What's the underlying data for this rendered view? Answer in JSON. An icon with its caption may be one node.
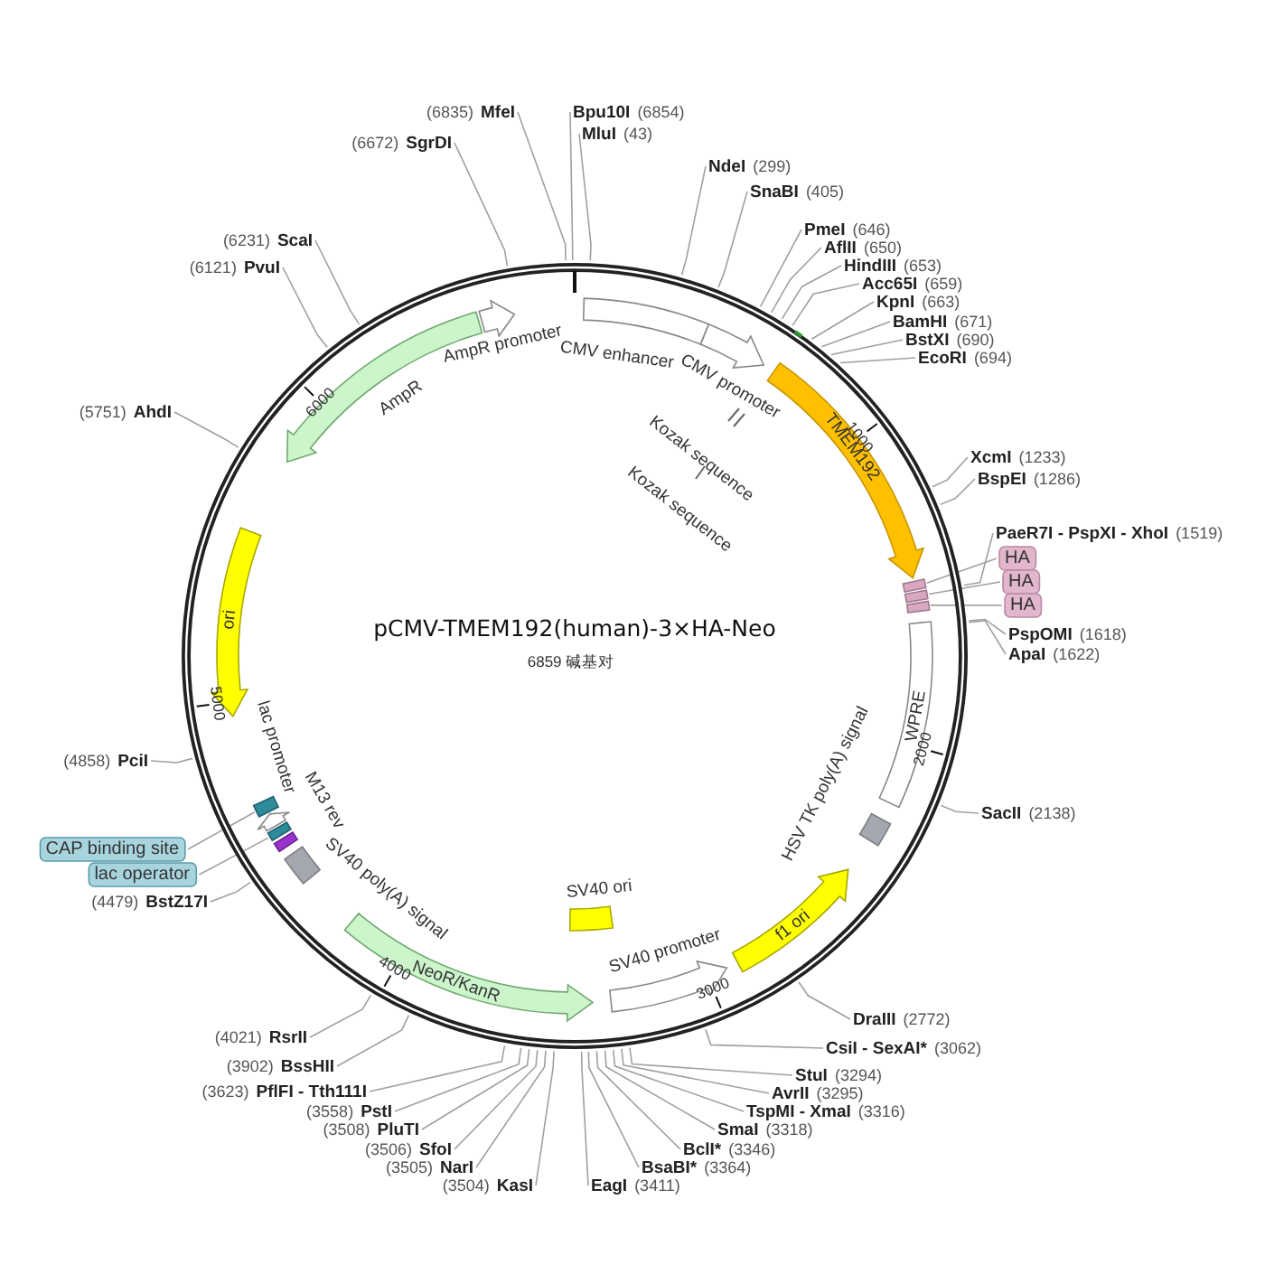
{
  "diagram": {
    "title": "pCMV-TMEM192(human)-3×HA-Neo",
    "nodes": [
      {
        "text": [
          "CMV enhancer"
        ]
      },
      {
        "text": [
          "CMV promoter"
        ]
      },
      {
        "text": [
          "TMEM192"
        ]
      },
      {
        "text": [],
        "shape": "box"
      },
      {
        "text": [],
        "shape": "box"
      },
      {
        "text": [],
        "shape": "box"
      },
      {
        "text": [
          "WPRE"
        ]
      },
      {
        "text": [
          "HSV TK poly(A) signal"
        ]
      },
      {
        "text": [
          "f1 ori"
        ]
      },
      {
        "text": [
          "SV40 promoter"
        ]
      },
      {
        "text": [
          "SV40 ori"
        ]
      },
      {
        "text": [
          "NeoR/KanR"
        ]
      },
      {
        "text": [
          "SV40 poly(A) signal"
        ]
      },
      {
        "text": [
          "M13 rev"
        ]
      },
      {
        "text": [],
        "shape": "box"
      },
      {
        "text": [
          "lac promoter"
        ]
      },
      {
        "text": [],
        "shape": "box"
      },
      {
        "text": [
          "ori"
        ]
      },
      {
        "text": [
          "AmpR"
        ]
      },
      {
        "text": [
          "AmpR promoter"
        ]
      },
      {
        "text": [
          "HA"
        ]
      },
      {
        "text": [
          "HA"
        ]
      },
      {
        "text": [
          "HA"
        ]
      },
      {
        "text": [
          "CAP binding site"
        ]
      },
      {
        "text": [
          "lac operator"
        ]
      },
      {
        "text": [
          "MluI",
          "(43)"
        ]
      },
      {
        "text": [
          "NdeI",
          "(299)"
        ]
      },
      {
        "text": [
          "SnaBI",
          "(405)"
        ]
      },
      {
        "text": [
          "PmeI",
          "(646)"
        ]
      },
      {
        "text": [
          "AflII",
          "(650)"
        ]
      },
      {
        "text": [
          "HindIII",
          "(653)"
        ]
      },
      {
        "text": [
          "Acc65I",
          "(659)"
        ]
      },
      {
        "text": [
          "KpnI",
          "(663)"
        ]
      },
      {
        "text": [
          "BamHI",
          "(671)"
        ]
      },
      {
        "text": [
          "BstXI",
          "(690)"
        ]
      },
      {
        "text": [
          "EcoRI",
          "(694)"
        ]
      },
      {
        "text": [
          "XcmI",
          "(1233)"
        ]
      },
      {
        "text": [
          "BspEI",
          "(1286)"
        ]
      },
      {
        "text": [
          "PaeR7I - PspXI - XhoI",
          "(1519)"
        ]
      },
      {
        "text": [
          "PspOMI",
          "(1618)"
        ]
      },
      {
        "text": [
          "ApaI",
          "(1622)"
        ]
      },
      {
        "text": [
          "SacII",
          "(2138)"
        ]
      },
      {
        "text": [
          "DraIII",
          "(2772)"
        ]
      },
      {
        "text": [
          "CsiI - SexAI*",
          "(3062)"
        ]
      },
      {
        "text": [
          "StuI",
          "(3294)"
        ]
      },
      {
        "text": [
          "AvrII",
          "(3295)"
        ]
      },
      {
        "text": [
          "TspMI - XmaI",
          "(3316)"
        ]
      },
      {
        "text": [
          "SmaI",
          "(3318)"
        ]
      },
      {
        "text": [
          "BclI*",
          "(3346)"
        ]
      },
      {
        "text": [
          "BsaBI*",
          "(3364)"
        ]
      },
      {
        "text": [
          "EagI",
          "(3411)"
        ]
      },
      {
        "text": [
          "(3504)",
          "KasI"
        ]
      },
      {
        "text": [
          "(3505)",
          "NarI"
        ]
      },
      {
        "text": [
          "(3506)",
          "SfoI"
        ]
      },
      {
        "text": [
          "(3508)",
          "PluTI"
        ]
      },
      {
        "text": [
          "(3558)",
          "PstI"
        ]
      },
      {
        "text": [
          "(3623)",
          "PflFI - Tth111I"
        ]
      },
      {
        "text": [
          "(3902)",
          "BssHII"
        ]
      },
      {
        "text": [
          "(4021)",
          "RsrII"
        ]
      },
      {
        "text": [
          "(4479)",
          "BstZ17I"
        ]
      },
      {
        "text": [
          "(4858)",
          "PciI"
        ]
      },
      {
        "text": [
          "(5751)",
          "AhdI"
        ]
      },
      {
        "text": [
          "(6121)",
          "PvuI"
        ]
      },
      {
        "text": [
          "(6231)",
          "ScaI"
        ]
      },
      {
        "text": [
          "(6672)",
          "SgrDI"
        ]
      },
      {
        "text": [
          "(6835)",
          "MfeI"
        ]
      },
      {
        "text": [
          "Bpu10I",
          "(6854)"
        ]
      }
    ],
    "edges": [
      {
        "from": 20,
        "to": 3,
        "arrow": "none"
      },
      {
        "from": 21,
        "to": 4,
        "arrow": "none"
      },
      {
        "from": 22,
        "to": 5,
        "arrow": "none"
      },
      {
        "from": 23,
        "to": 16,
        "arrow": "none"
      },
      {
        "from": 24,
        "to": 14,
        "arrow": "none"
      },
      {
        "from": 25,
        "to": null,
        "arrow": "none"
      },
      {
        "from": 26,
        "to": null,
        "arrow": "none"
      },
      {
        "from": 27,
        "to": null,
        "arrow": "none"
      },
      {
        "from": 28,
        "to": null,
        "arrow": "none"
      },
      {
        "from": 29,
        "to": null,
        "arrow": "none"
      },
      {
        "from": 30,
        "to": null,
        "arrow": "none"
      },
      {
        "from": 31,
        "to": null,
        "arrow": "none"
      },
      {
        "from": 32,
        "to": null,
        "arrow": "none"
      },
      {
        "from": 33,
        "to": null,
        "arrow": "none"
      },
      {
        "from": 34,
        "to": null,
        "arrow": "none"
      },
      {
        "from": 35,
        "to": null,
        "arrow": "none"
      },
      {
        "from": 36,
        "to": null,
        "arrow": "none"
      },
      {
        "from": 37,
        "to": null,
        "arrow": "none"
      },
      {
        "from": 38,
        "to": null,
        "arrow": "none"
      },
      {
        "from": 39,
        "to": null,
        "arrow": "none"
      },
      {
        "from": 40,
        "to": null,
        "arrow": "none"
      },
      {
        "from": 41,
        "to": null,
        "arrow": "none"
      },
      {
        "from": 42,
        "to": null,
        "arrow": "none"
      },
      {
        "from": 43,
        "to": null,
        "arrow": "none"
      },
      {
        "from": 44,
        "to": null,
        "arrow": "none"
      },
      {
        "from": 45,
        "to": null,
        "arrow": "none"
      },
      {
        "from": 46,
        "to": null,
        "arrow": "none"
      },
      {
        "from": 47,
        "to": null,
        "arrow": "none"
      },
      {
        "from": 48,
        "to": null,
        "arrow": "none"
      },
      {
        "from": 49,
        "to": null,
        "arrow": "none"
      },
      {
        "from": 50,
        "to": null,
        "arrow": "none"
      },
      {
        "from": 51,
        "to": null,
        "arrow": "none"
      },
      {
        "from": 52,
        "to": null,
        "arrow": "none"
      },
      {
        "from": 53,
        "to": null,
        "arrow": "none"
      },
      {
        "from": 54,
        "to": null,
        "arrow": "none"
      },
      {
        "from": 55,
        "to": null,
        "arrow": "none"
      },
      {
        "from": 56,
        "to": null,
        "arrow": "none"
      },
      {
        "from": 57,
        "to": null,
        "arrow": "none"
      },
      {
        "from": 58,
        "to": null,
        "arrow": "none"
      },
      {
        "from": 59,
        "to": null,
        "arrow": "none"
      },
      {
        "from": 60,
        "to": null,
        "arrow": "none"
      },
      {
        "from": 61,
        "to": null,
        "arrow": "none"
      },
      {
        "from": 62,
        "to": null,
        "arrow": "none"
      },
      {
        "from": 63,
        "to": null,
        "arrow": "none"
      },
      {
        "from": 64,
        "to": null,
        "arrow": "none"
      },
      {
        "from": 65,
        "to": null,
        "arrow": "none"
      },
      {
        "from": 66,
        "to": null,
        "arrow": "none"
      }
    ],
    "labels": [
      "6859 碱基对",
      "1000",
      "2000",
      "3000",
      "4000",
      "5000",
      "6000",
      "Kozak sequence",
      "Kozak sequence"
    ]
  }
}
